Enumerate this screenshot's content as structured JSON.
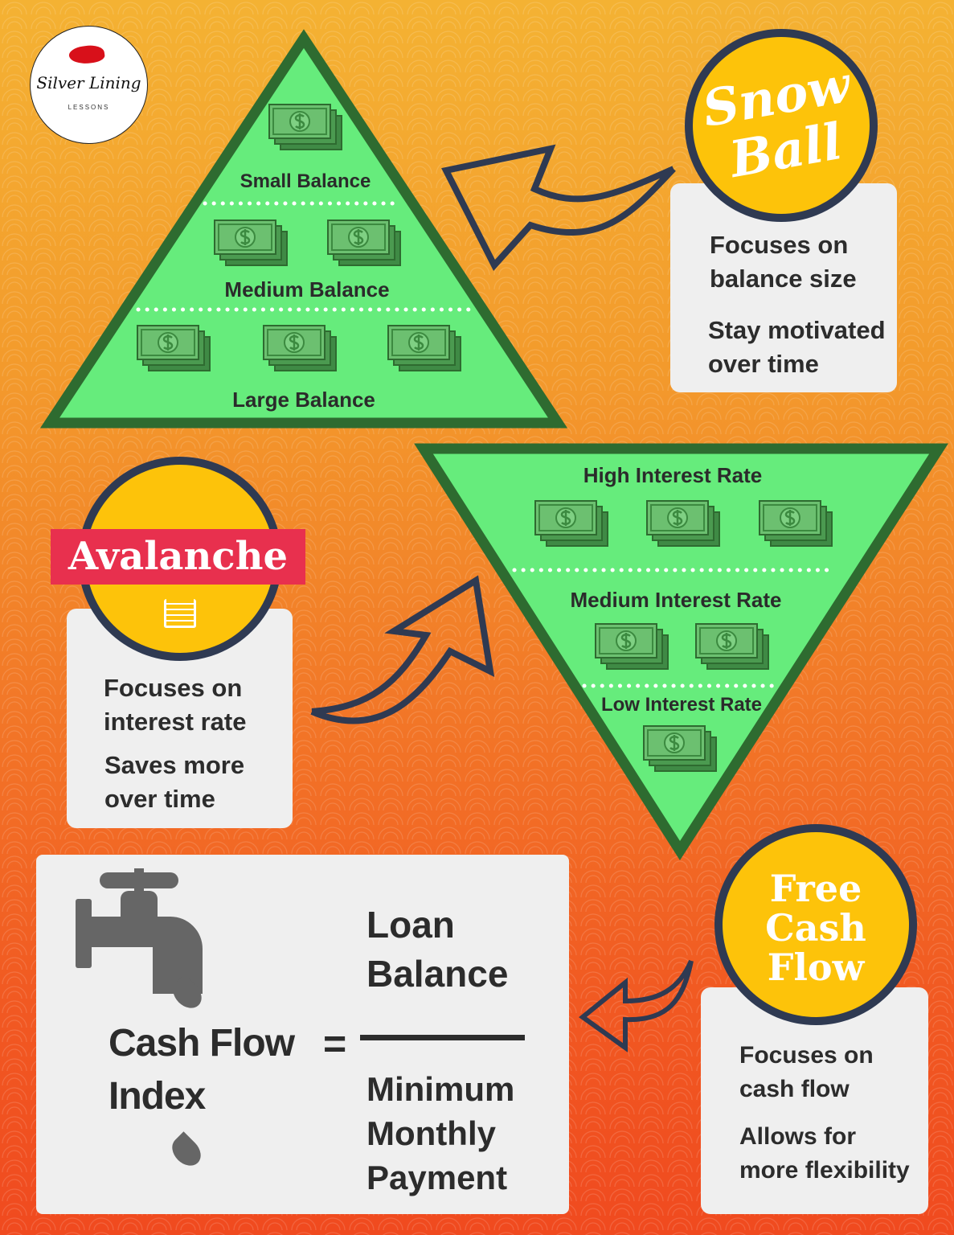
{
  "logo": {
    "brand": "Silver Lining",
    "sub": "LESSONS"
  },
  "snowball": {
    "title": "Snow Ball",
    "line1": "Focuses on",
    "line2": "balance size",
    "line3": "Stay motivated",
    "line4": "over time",
    "tiers": [
      "Small Balance",
      "Medium Balance",
      "Large Balance"
    ]
  },
  "avalanche": {
    "title": "Avalanche",
    "line1": "Focuses on",
    "line2": "interest rate",
    "line3": "Saves more",
    "line4": "over time",
    "tiers": [
      "High Interest Rate",
      "Medium Interest Rate",
      "Low Interest Rate"
    ]
  },
  "freecashflow": {
    "title1": "Free",
    "title2": "Cash",
    "title3": "Flow",
    "line1": "Focuses on",
    "line2": "cash flow",
    "line3": "Allows for",
    "line4": "more flexibility"
  },
  "formula": {
    "lhs1": "Cash Flow",
    "lhs2": "Index",
    "equals": "=",
    "num1": "Loan",
    "num2": "Balance",
    "den1": "Minimum",
    "den2": "Monthly",
    "den3": "Payment"
  },
  "colors": {
    "triangle": "#66ec7c",
    "triangle_border": "#2e6b30",
    "circle": "#fdc30a",
    "circle_border": "#2f3a52",
    "banner": "#e8304e",
    "box": "#efefef"
  },
  "icons": [
    "money-stack-icon",
    "faucet-icon",
    "water-drop-icon",
    "coins-icon",
    "curved-arrow-icon"
  ]
}
